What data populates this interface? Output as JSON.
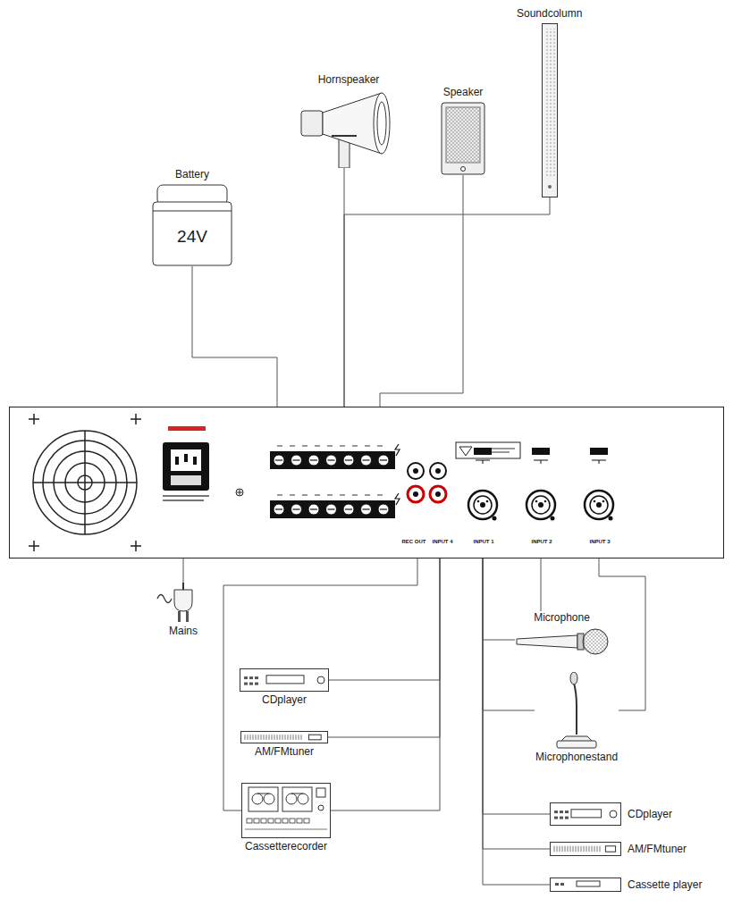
{
  "diagram": {
    "nodes": [
      {
        "text": [
          "Soundcolumn"
        ]
      },
      {
        "text": [
          "Hornspeaker"
        ]
      },
      {
        "text": [
          "Speaker"
        ]
      },
      {
        "text": [
          "Battery",
          "24V"
        ]
      },
      {
        "text": [
          "REC OUT",
          "INPUT 4",
          "INPUT 1",
          "INPUT 2",
          "INPUT 3"
        ]
      },
      {
        "text": [
          "Mains"
        ]
      },
      {
        "text": [
          "Microphone"
        ]
      },
      {
        "text": [
          "CDplayer"
        ]
      },
      {
        "text": [
          "AM/FMtuner"
        ]
      },
      {
        "text": [
          "Microphonestand"
        ]
      },
      {
        "text": [
          "Cassetterecorder"
        ]
      },
      {
        "text": [
          "CDplayer"
        ]
      },
      {
        "text": [
          "AM/FMtuner"
        ]
      },
      {
        "text": [
          "Cassette player"
        ]
      }
    ],
    "edges": [
      {
        "from": 0,
        "to": 4,
        "arrow": "none"
      },
      {
        "from": 1,
        "to": 4,
        "arrow": "none"
      },
      {
        "from": 2,
        "to": 4,
        "arrow": "none"
      },
      {
        "from": 3,
        "to": 4,
        "arrow": "none"
      },
      {
        "from": 5,
        "to": 4,
        "arrow": "none"
      },
      {
        "from": 7,
        "to": 4,
        "arrow": "none"
      },
      {
        "from": 8,
        "to": 4,
        "arrow": "none"
      },
      {
        "from": 10,
        "to": 4,
        "arrow": "none"
      },
      {
        "from": 10,
        "to": 4,
        "arrow": "none"
      },
      {
        "from": 6,
        "to": 4,
        "arrow": "none"
      },
      {
        "from": 6,
        "to": 4,
        "arrow": "none"
      },
      {
        "from": 9,
        "to": 4,
        "arrow": "none"
      },
      {
        "from": 9,
        "to": 4,
        "arrow": "none"
      },
      {
        "from": 11,
        "to": 4,
        "arrow": "none"
      },
      {
        "from": 12,
        "to": 4,
        "arrow": "none"
      },
      {
        "from": 13,
        "to": 4,
        "arrow": "none"
      }
    ]
  }
}
